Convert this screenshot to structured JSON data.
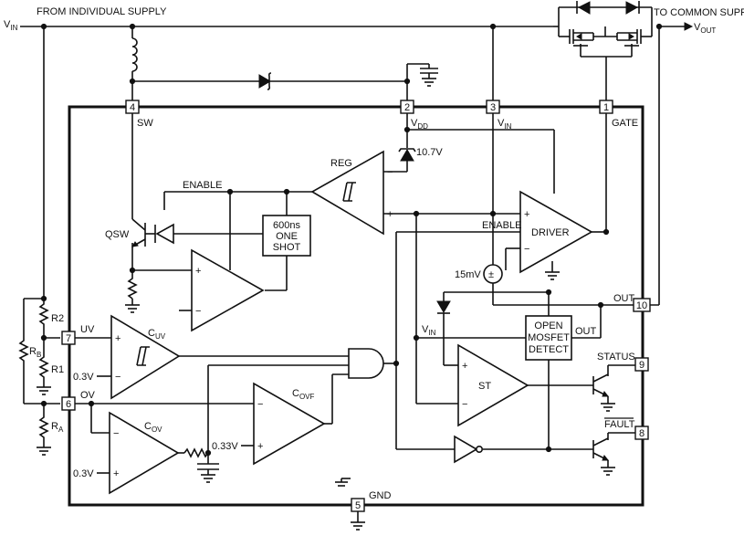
{
  "labels": {
    "vin_ext": "V",
    "vin_ext_sub": "IN",
    "from_supply": "FROM INDIVIDUAL SUPPLY",
    "to_common": "TO COMMON SUPPLY",
    "vout": "V",
    "vout_sub": "OUT",
    "sw": "SW",
    "vdd": "V",
    "vdd_sub": "DD",
    "vin_pin": "V",
    "vin_pin_sub": "IN",
    "gate": "GATE",
    "zener_v": "10.7V",
    "reg": "REG",
    "enable_top": "ENABLE",
    "enable_drv": "ENABLE",
    "one_shot_1": "600ns",
    "one_shot_2": "ONE",
    "one_shot_3": "SHOT",
    "driver": "DRIVER",
    "qsw": "QSW",
    "mv15": "15mV",
    "out_pin": "OUT",
    "open_1": "OPEN",
    "open_2": "MOSFET",
    "open_3": "DETECT",
    "open_out": "OUT",
    "vin_st": "V",
    "vin_st_sub": "IN",
    "st": "ST",
    "status": "STATUS",
    "fault": "FAULT",
    "r2": "R2",
    "r1": "R1",
    "rb": "R",
    "rb_sub": "B",
    "ra": "R",
    "ra_sub": "A",
    "uv": "UV",
    "ov": "OV",
    "cuv": "C",
    "cuv_sub": "UV",
    "cov": "C",
    "cov_sub": "OV",
    "covf": "C",
    "covf_sub": "OVF",
    "v03_uv": "0.3V",
    "v03_ov": "0.3V",
    "v033": "0.33V",
    "gnd": "GND",
    "plus": "+",
    "minus": "−",
    "pm": "±"
  },
  "pins": {
    "p1": "1",
    "p2": "2",
    "p3": "3",
    "p4": "4",
    "p5": "5",
    "p6": "6",
    "p7": "7",
    "p8": "8",
    "p9": "9",
    "p10": "10"
  }
}
